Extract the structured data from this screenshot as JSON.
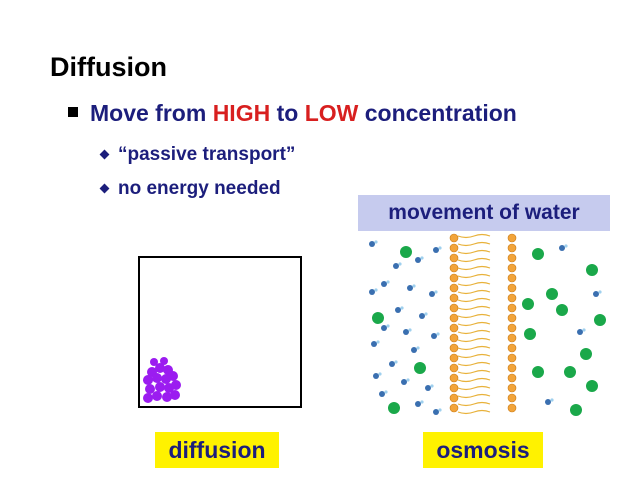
{
  "slide": {
    "title": "Diffusion",
    "bullet": {
      "pre": "Move from ",
      "high": "HIGH",
      "mid": " to ",
      "low": "LOW",
      "post": " concentration"
    },
    "sub_bullets": [
      "“passive transport”",
      "no energy needed"
    ]
  },
  "labels": {
    "water": "movement of water",
    "diffusion": "diffusion",
    "osmosis": "osmosis"
  },
  "colors": {
    "text_navy": "#1c1e7c",
    "accent_red": "#d81f1f",
    "label_yellow": "#fff200",
    "label_lavender": "#c6cbee",
    "particle_purple": "#9b1cf0",
    "solute_green": "#1aa84a",
    "lipid_orange": "#f2a43a"
  }
}
